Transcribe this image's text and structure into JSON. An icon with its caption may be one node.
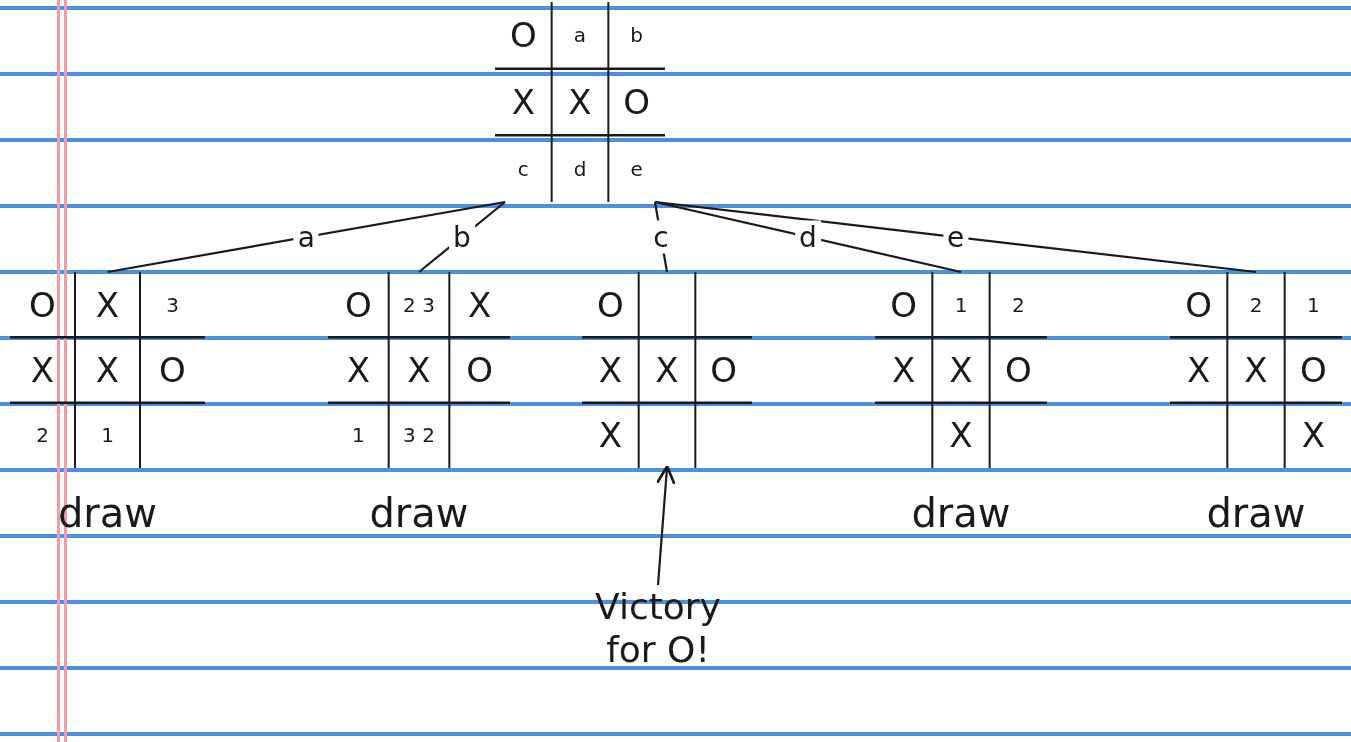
{
  "diagram": {
    "nodes": [
      {
        "text": [
          "O",
          "a",
          "b",
          "X",
          "X",
          "O",
          "c",
          "d",
          "e"
        ]
      },
      {
        "text": [
          "O",
          "X",
          "3",
          "X",
          "X",
          "O",
          "2",
          "1"
        ],
        "beside": [
          "draw"
        ]
      },
      {
        "text": [
          "O",
          "2 3",
          "X",
          "X",
          "X",
          "O",
          "1",
          "3 2"
        ],
        "beside": [
          "draw"
        ]
      },
      {
        "text": [
          "O",
          "X",
          "X",
          "O",
          "X"
        ]
      },
      {
        "text": [
          "O",
          "1",
          "2",
          "X",
          "X",
          "O",
          "X"
        ],
        "beside": [
          "draw"
        ]
      },
      {
        "text": [
          "O",
          "2",
          "1",
          "X",
          "X",
          "O",
          "X"
        ],
        "beside": [
          "draw"
        ]
      },
      {
        "text": [
          "Victory for O!"
        ]
      }
    ],
    "edges": [
      {
        "from": 0,
        "to": 1,
        "arrow": "none",
        "label": "a"
      },
      {
        "from": 0,
        "to": 2,
        "arrow": "none",
        "label": "b"
      },
      {
        "from": 0,
        "to": 3,
        "arrow": "none",
        "label": "c"
      },
      {
        "from": 0,
        "to": 4,
        "arrow": "none",
        "label": "d"
      },
      {
        "from": 0,
        "to": 5,
        "arrow": "none",
        "label": "e"
      },
      {
        "from": 6,
        "to": 3,
        "arrow": "to"
      }
    ]
  }
}
